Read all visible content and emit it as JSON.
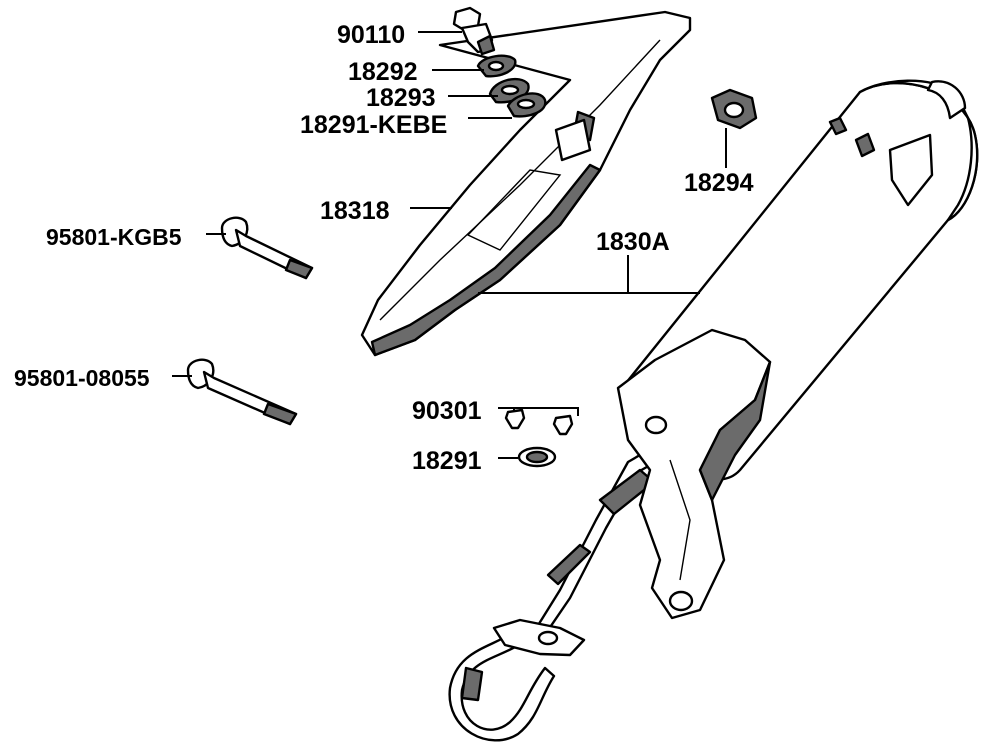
{
  "labels": {
    "p90110": "90110",
    "p18292": "18292",
    "p18293": "18293",
    "p18291_kebe": "18291-KEBE",
    "p18318": "18318",
    "p95801_kgb5": "95801-KGB5",
    "p95801_08055": "95801-08055",
    "p18294": "18294",
    "p1830a": "1830A",
    "p90301": "90301",
    "p18291": "18291"
  },
  "colors": {
    "ink": "#000000",
    "paper": "#ffffff",
    "shade": "#6b6b6b"
  }
}
